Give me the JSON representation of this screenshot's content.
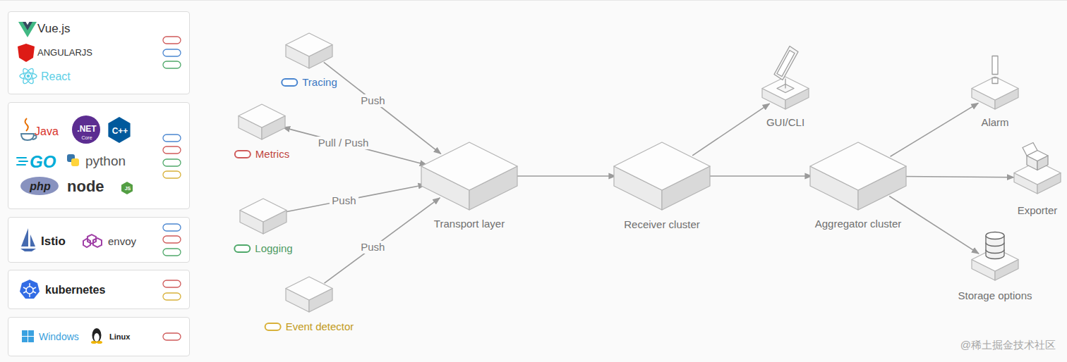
{
  "diagram": {
    "nodes": [
      {
        "text": [
          "Vue.js",
          "ANGULARJS",
          "React"
        ]
      },
      {
        "text": [
          "Java",
          ".NET",
          "Core",
          "C++",
          "GO",
          "python",
          "php",
          "node",
          "JS"
        ]
      },
      {
        "text": [
          "Istio",
          "envoy"
        ]
      },
      {
        "text": [
          "kubernetes"
        ]
      },
      {
        "text": [
          "Windows",
          "Linux"
        ]
      },
      {
        "text": [
          "Tracing"
        ]
      },
      {
        "text": [
          "Metrics"
        ]
      },
      {
        "text": [
          "Logging"
        ]
      },
      {
        "text": [
          "Event detector"
        ]
      },
      {
        "text": [
          "Transport layer"
        ]
      },
      {
        "text": [
          "Receiver cluster"
        ]
      },
      {
        "text": [
          "GUI/CLI"
        ]
      },
      {
        "text": [
          "Aggregator cluster"
        ]
      },
      {
        "text": [
          "Alarm"
        ]
      },
      {
        "text": [
          "Exporter"
        ]
      },
      {
        "text": [
          "Storage options"
        ]
      }
    ],
    "edges": [
      {
        "from": 5,
        "to": 9,
        "label": "Push",
        "arrow": "to"
      },
      {
        "from": 6,
        "to": 9,
        "label": "Pull / Push",
        "arrow": "both"
      },
      {
        "from": 7,
        "to": 9,
        "label": "Push",
        "arrow": "to"
      },
      {
        "from": 8,
        "to": 9,
        "label": "Push",
        "arrow": "to"
      },
      {
        "from": 9,
        "to": 10,
        "arrow": "to"
      },
      {
        "from": 10,
        "to": 11,
        "arrow": "to"
      },
      {
        "from": 10,
        "to": 12,
        "arrow": "to"
      },
      {
        "from": 12,
        "to": 13,
        "arrow": "to"
      },
      {
        "from": 12,
        "to": 14,
        "arrow": "to"
      },
      {
        "from": 12,
        "to": 15,
        "arrow": "to"
      }
    ],
    "labels": [
      "@稀土掘金技术社区"
    ]
  }
}
